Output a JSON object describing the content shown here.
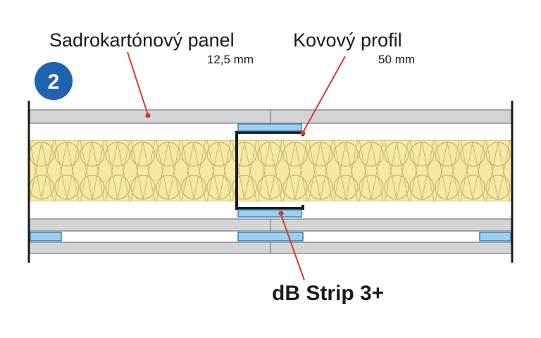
{
  "badge": {
    "number": "2",
    "color": "#1f63b0"
  },
  "labels": {
    "panel_name": "Sadrokartónový panel",
    "panel_thickness": "12,5 mm",
    "profile_name": "Kovový profil",
    "profile_size": "50 mm",
    "strip_name": "dB Strip 3+"
  },
  "colors": {
    "board": "#d3d4d6",
    "board_edge": "#8d8f93",
    "insulation": "#f6e9a6",
    "insulation_edge": "#c9b56a",
    "strip": "#99d0ee",
    "strip_edge": "#3d7fb4",
    "leader": "#d63a2a",
    "profile": "#1a1a1a"
  }
}
